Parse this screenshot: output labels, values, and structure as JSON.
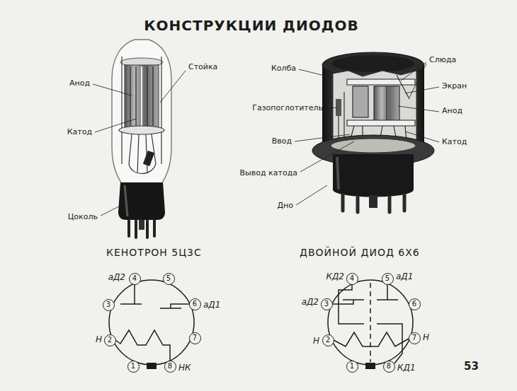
{
  "diagram": {
    "title": "КОНСТРУКЦИИ ДИОДОВ",
    "nodes": [
      {
        "text": [
          "1"
        ]
      },
      {
        "text": [
          "2"
        ]
      },
      {
        "text": [
          "3"
        ]
      },
      {
        "text": [
          "4"
        ]
      },
      {
        "text": [
          "5"
        ]
      },
      {
        "text": [
          "6"
        ]
      },
      {
        "text": [
          "7"
        ]
      },
      {
        "text": [
          "8"
        ]
      },
      {
        "text": [
          "1"
        ]
      },
      {
        "text": [
          "2"
        ]
      },
      {
        "text": [
          "3"
        ]
      },
      {
        "text": [
          "4"
        ]
      },
      {
        "text": [
          "5"
        ]
      },
      {
        "text": [
          "6"
        ]
      },
      {
        "text": [
          "7"
        ]
      },
      {
        "text": [
          "8"
        ]
      }
    ],
    "labels": [
      "Анод",
      "Катод",
      "Стойка",
      "Цоколь",
      "Колба",
      "Слюда",
      "Экран",
      "Анод",
      "Газопоглотитель",
      "Ввод",
      "Катод",
      "Вывод катода",
      "Дно",
      "КЕНОТРОН 5Ц3С",
      "ДВОЙНОЙ ДИОД 6Х6",
      "аД2",
      "аД1",
      "Н",
      "НК",
      "КД2",
      "аД1",
      "аД2",
      "Н",
      "Н",
      "КД1",
      "53"
    ]
  }
}
